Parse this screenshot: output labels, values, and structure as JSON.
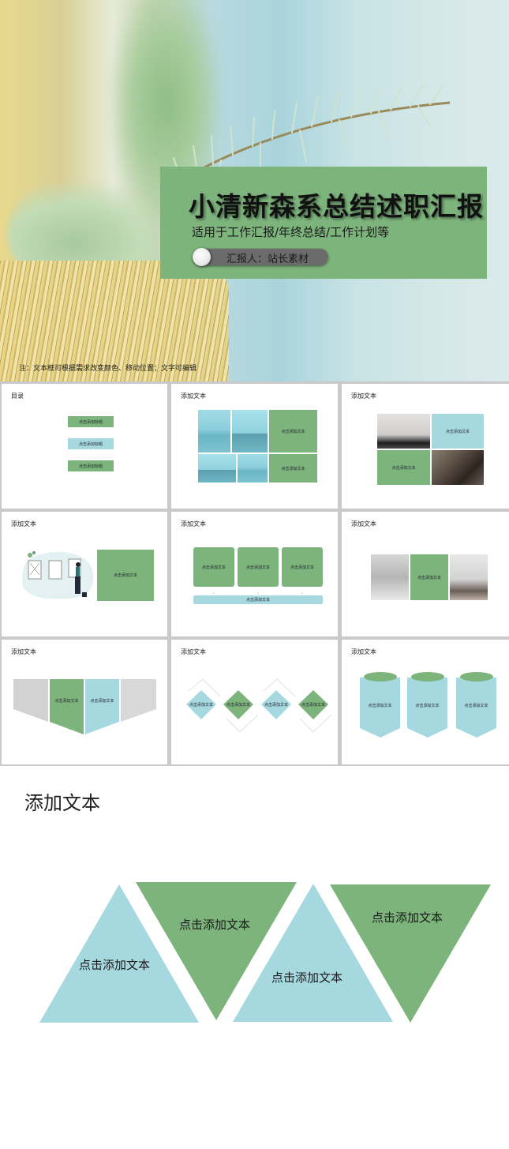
{
  "cover": {
    "title": "小清新森系总结述职汇报",
    "subtitle": "适用于工作汇报/年终总结/工作计划等",
    "reporter": "汇报人：站长素材",
    "note": "注：文本框可根据需求改变颜色、移动位置；文字可编辑"
  },
  "colors": {
    "green": "#7db47c",
    "light_blue": "#a6d9df",
    "divider_gray": "#c4c4c4"
  },
  "slides": [
    {
      "title": "目录",
      "items": [
        "点击添加标题",
        "点击添加标题",
        "点击添加标题"
      ]
    },
    {
      "title": "添加文本",
      "items": [
        "点击添加文本",
        "点击添加文本"
      ]
    },
    {
      "title": "添加文本",
      "items": [
        "点击添加文本",
        "点击添加文本"
      ]
    },
    {
      "title": "添加文本",
      "items": [
        "点击添加文本"
      ]
    },
    {
      "title": "添加文本",
      "items": [
        "点击添加文本",
        "点击添加文本",
        "点击添加文本",
        "点击添加文本"
      ]
    },
    {
      "title": "添加文本",
      "items": [
        "点击添加文本"
      ]
    },
    {
      "title": "添加文本",
      "items": [
        "点击添加文本",
        "点击添加文本"
      ]
    },
    {
      "title": "添加文本",
      "items": [
        "点击添加文本",
        "点击添加文本",
        "点击添加文本",
        "点击添加文本"
      ]
    },
    {
      "title": "添加文本",
      "items": [
        "点击添加文本",
        "点击添加文本",
        "点击添加文本"
      ]
    }
  ],
  "big_slide": {
    "title": "添加文本",
    "items": [
      "点击添加文本",
      "点击添加文本",
      "点击添加文本",
      "点击添加文本"
    ]
  }
}
